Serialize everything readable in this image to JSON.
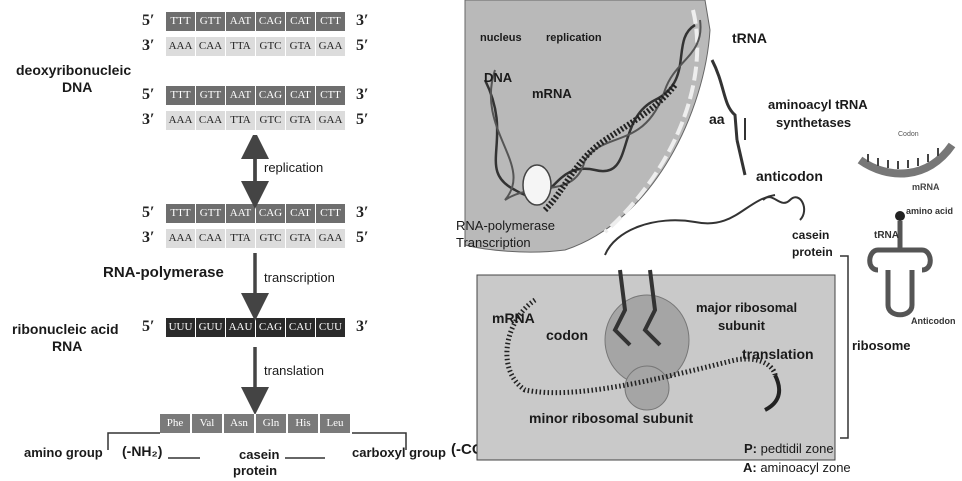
{
  "left": {
    "dna_label": [
      "deoxyribonucleic",
      "DNA"
    ],
    "coding_strand": [
      "TTT",
      "GTT",
      "AAT",
      "CAG",
      "CAT",
      "CTT"
    ],
    "template_strand": [
      "AAA",
      "CAA",
      "TTA",
      "GTC",
      "GTA",
      "GAA"
    ],
    "mrna_strand": [
      "UUU",
      "GUU",
      "AAU",
      "CAG",
      "CAU",
      "CUU"
    ],
    "protein": [
      "Phe",
      "Val",
      "Asn",
      "Gln",
      "His",
      "Leu"
    ],
    "five_prime": "5′",
    "three_prime": "3′",
    "replication": "replication",
    "transcription": "transcription",
    "translation": "translation",
    "rna_polymerase": "RNA-polymerase",
    "rna_label": [
      "ribonucleic acid",
      "RNA"
    ],
    "amino_group": "amino group",
    "nh2": "(-NH₂)",
    "casein_protein": [
      "casein",
      "protein"
    ],
    "carboxyl_group": "carboxyl group",
    "cooh": "(-COOH)"
  },
  "right": {
    "nucleus": "nucleus",
    "replication": "replication",
    "dna": "DNA",
    "mrna": "mRNA",
    "rna_polymerase": "RNA-polymerase",
    "transcription": "Transcription",
    "trna": "tRNA",
    "aa": "aa",
    "synthetases": [
      "aminoacyl tRNA",
      "synthetases"
    ],
    "anticodon": "anticodon",
    "casein_protein": [
      "casein",
      "protein"
    ],
    "mrna2": "mRNA",
    "codon": "codon",
    "major_subunit": [
      "major ribosomal",
      "subunit"
    ],
    "translation": "translation",
    "ribosome": "ribosome",
    "minor_subunit": "minor ribosomal subunit",
    "p_zone": [
      "P:",
      " pedtidil zone"
    ],
    "a_zone": [
      "A:",
      " aminoacyl zone"
    ]
  },
  "inset": {
    "codon": "Codon",
    "mrna": "mRNA",
    "amino_acid": "amino acid",
    "trna": "tRNA",
    "anticodon": "Anticodon"
  }
}
